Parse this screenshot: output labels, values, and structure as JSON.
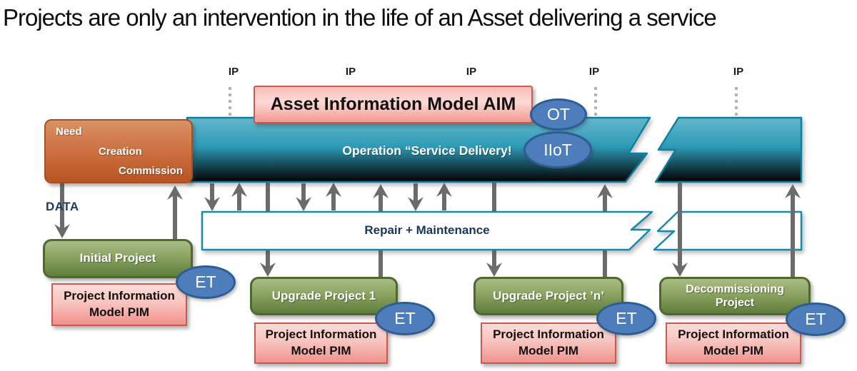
{
  "title": "Projects are only an intervention in the life of an Asset delivering a service",
  "ip_labels": [
    "IP",
    "IP",
    "IP",
    "IP",
    "IP"
  ],
  "need_box": {
    "line1": "Need",
    "line2": "Creation",
    "line3": "Commission"
  },
  "aim_label": "Asset Information Model AIM",
  "operation_label": "Operation “Service Delivery!",
  "repair_label": "Repair + Maintenance",
  "data_label": "DATA",
  "ot_label": "OT",
  "iiot_label": "IIoT",
  "projects": [
    {
      "name_line1": "Initial Project",
      "name_line2": "",
      "pim_line1": "Project Information",
      "pim_line2": "Model PIM",
      "et": "ET"
    },
    {
      "name_line1": "Upgrade Project 1",
      "name_line2": "",
      "pim_line1": "Project Information",
      "pim_line2": "Model PIM",
      "et": "ET"
    },
    {
      "name_line1": "Upgrade Project ’n’",
      "name_line2": "",
      "pim_line1": "Project Information",
      "pim_line2": "Model PIM",
      "et": "ET"
    },
    {
      "name_line1": "Decommissioning",
      "name_line2": "Project",
      "pim_line1": "Project Information",
      "pim_line2": "Model PIM",
      "et": "ET"
    }
  ],
  "colors": {
    "operation_band_teal": "#1a87a7",
    "need_box_orange": "#c05a28",
    "project_green": "#64803f",
    "pim_pink": "#f2a19a",
    "aim_pink": "#f6b6b0",
    "tech_ellipse_blue": "#4d7dba",
    "arrow_gray": "#6b6b6e",
    "label_navy": "#17375e"
  }
}
